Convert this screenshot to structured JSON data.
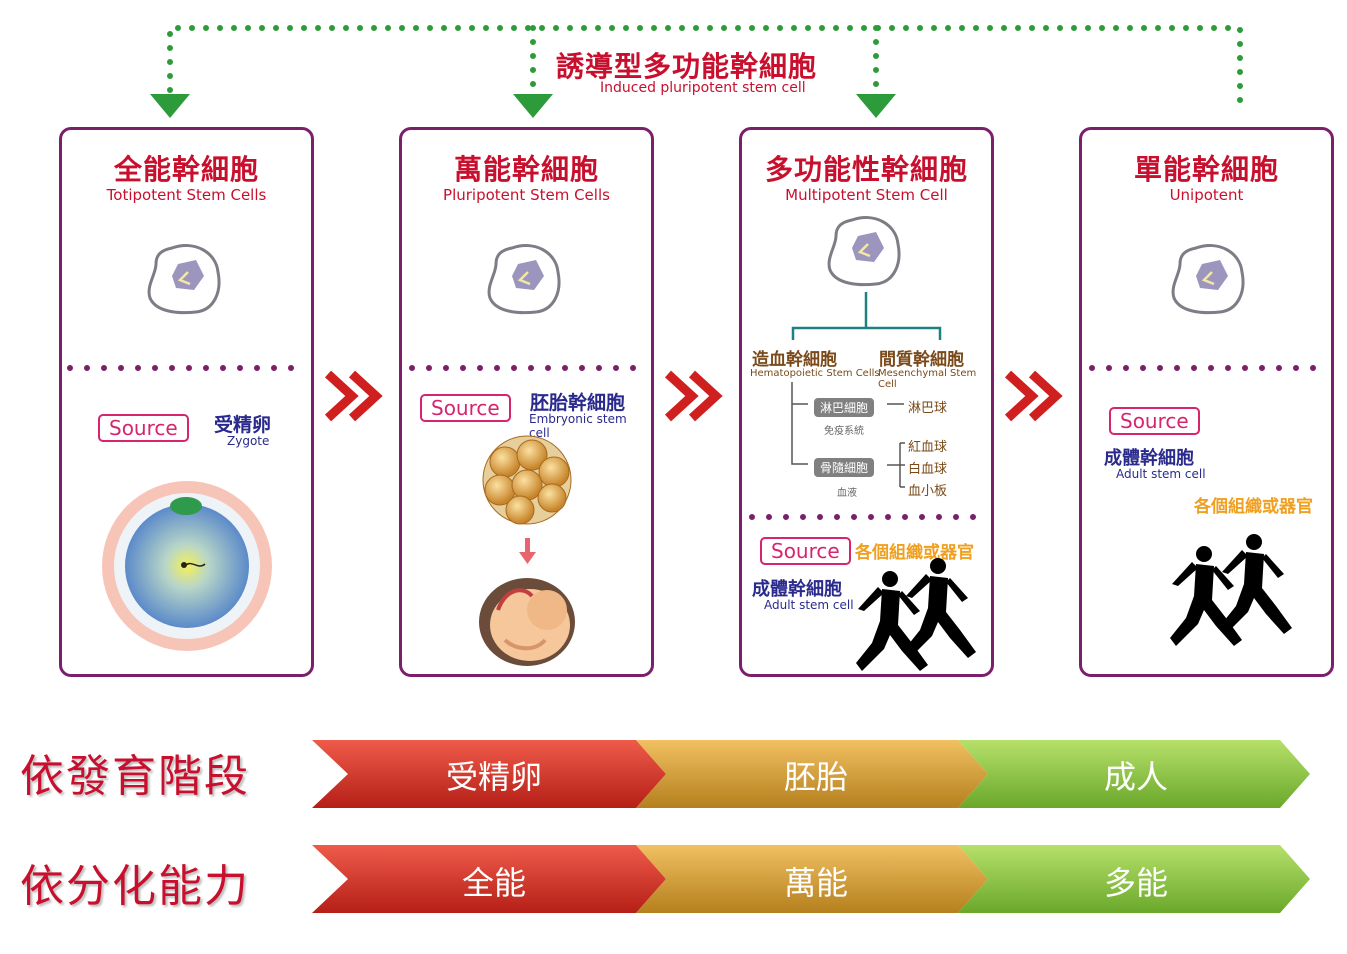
{
  "ips": {
    "title": "誘導型多功能幹細胞",
    "subtitle": "Induced pluripotent stem cell"
  },
  "cards": [
    {
      "title": "全能幹細胞",
      "subtitle": "Totipotent Stem Cells",
      "source_label": "Source",
      "source_zh": "受精卵",
      "source_en": "Zygote"
    },
    {
      "title": "萬能幹細胞",
      "subtitle": "Pluripotent Stem Cells",
      "source_label": "Source",
      "source_zh": "胚胎幹細胞",
      "source_en": "Embryonic stem cell"
    },
    {
      "title": "多功能性幹細胞",
      "subtitle": "Multipotent Stem Cell",
      "branch1_zh": "造血幹細胞",
      "branch1_en": "Hematopoietic Stem Cells",
      "branch2_zh": "間質幹細胞",
      "branch2_en": "Mesenchymal Stem Cell",
      "lymph_badge": "淋巴細胞",
      "lymph_out": "淋巴球",
      "lymph_sys": "免疫系統",
      "marrow_badge": "骨隨細胞",
      "marrow_out1": "紅血球",
      "marrow_out2": "白血球",
      "marrow_out3": "血小板",
      "marrow_sys": "血液",
      "source_label": "Source",
      "source_orange": "各個組織或器官",
      "source_zh": "成體幹細胞",
      "source_en": "Adult stem cell"
    },
    {
      "title": "單能幹細胞",
      "subtitle": "Unipotent",
      "source_label": "Source",
      "source_zh": "成體幹細胞",
      "source_en": "Adult stem cell",
      "source_orange": "各個組織或器官"
    }
  ],
  "rows": [
    {
      "label": "依發育階段",
      "segments": [
        "受精卵",
        "胚胎",
        "成人"
      ]
    },
    {
      "label": "依分化能力",
      "segments": [
        "全能",
        "萬能",
        "多能"
      ]
    }
  ],
  "colors": {
    "frame": "#7b1f6b",
    "title": "#c8102e",
    "dots": "#2e9b3a",
    "arrow_red": "#d01f1f",
    "seg_red": "#d9342b",
    "seg_gold": "#d9a23a",
    "seg_green": "#8cc63f"
  }
}
